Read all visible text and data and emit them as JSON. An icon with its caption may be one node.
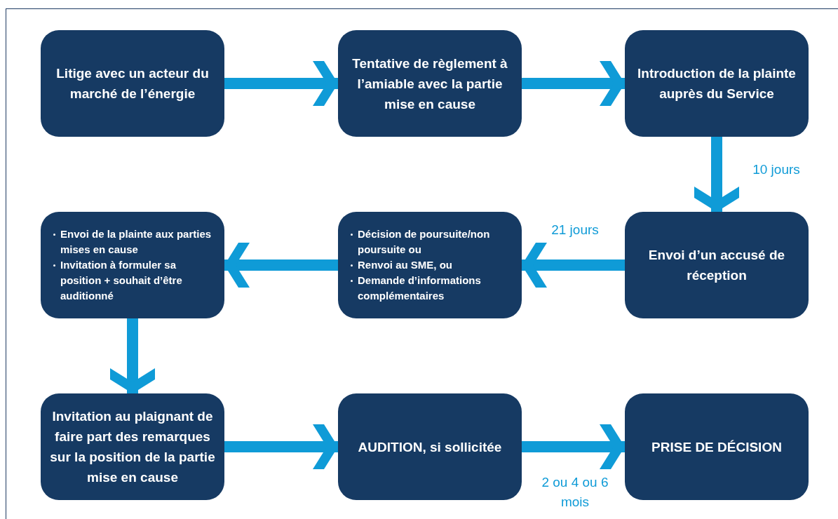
{
  "diagram": {
    "nodes": [
      {
        "text": [
          "Litige avec un acteur du marché de l’énergie"
        ]
      },
      {
        "text": [
          "Tentative de règlement à l’amiable avec la partie mise en cause"
        ]
      },
      {
        "text": [
          "Introduction de la plainte auprès du Service"
        ]
      },
      {
        "text": [
          "Envoi d’un accusé de réception"
        ]
      },
      {
        "text": [
          "Décision de poursuite/non poursuite ou",
          "Renvoi au SME, ou",
          "Demande d’informations complémentaires"
        ]
      },
      {
        "text": [
          "Envoi de la plainte aux parties mises en cause",
          "Invitation à formuler sa position + souhait d’être auditionné"
        ]
      },
      {
        "text": [
          "Invitation au plaignant de faire part des remarques sur la position de la partie mise en cause"
        ]
      },
      {
        "text": [
          "AUDITION, si sollicitée"
        ]
      },
      {
        "text": [
          "PRISE DE DÉCISION"
        ]
      }
    ],
    "edges": [
      {
        "from": 0,
        "to": 1,
        "arrow": "to"
      },
      {
        "from": 1,
        "to": 2,
        "arrow": "to"
      },
      {
        "from": 2,
        "to": 3,
        "arrow": "to",
        "label": "10 jours"
      },
      {
        "from": 3,
        "to": 4,
        "arrow": "to",
        "label": "21 jours"
      },
      {
        "from": 4,
        "to": 5,
        "arrow": "to"
      },
      {
        "from": 5,
        "to": 6,
        "arrow": "to"
      },
      {
        "from": 6,
        "to": 7,
        "arrow": "to"
      },
      {
        "from": 7,
        "to": 8,
        "arrow": "to",
        "label": "2 ou 4 ou 6 mois"
      }
    ]
  }
}
